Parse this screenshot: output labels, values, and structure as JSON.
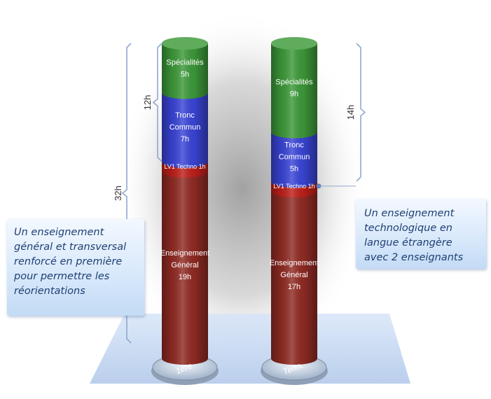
{
  "chart_data": {
    "type": "bar",
    "stacked": true,
    "categories": [
      "1ère",
      "Term."
    ],
    "segments": [
      {
        "label": "Enseignement Général",
        "unit": "h",
        "color": "#922b24",
        "values": [
          19,
          17
        ]
      },
      {
        "label": "LV1 Techno",
        "unit": "h",
        "color": "#c0201a",
        "values": [
          1,
          1
        ]
      },
      {
        "label": "Tronc Commun",
        "unit": "h",
        "color": "#3a45d8",
        "values": [
          7,
          5
        ]
      },
      {
        "label": "Spécialités",
        "unit": "h",
        "color": "#3d9a3a",
        "values": [
          5,
          9
        ]
      }
    ],
    "segment_labels": {
      "col0": [
        "Enseignement\nGénéral\n19h",
        "LV1 Techno 1h",
        "Tronc\nCommun\n7h",
        "Spécialités\n5h"
      ],
      "col1": [
        "Enseignement\nGénéral\n17h",
        "LV1 Techno 1h",
        "Tronc\nCommun\n5h",
        "Spécialités\n9h"
      ]
    },
    "bracket_labels": {
      "total_1ere": "32h",
      "upper_1ere": "12h",
      "upper_term": "14h"
    }
  },
  "callouts": {
    "left": [
      "Un enseignement",
      "général et transversal",
      "renforcé en première",
      "pour permettre les",
      "réorientations"
    ],
    "right": [
      "Un enseignement",
      "technologique en",
      "langue étrangère",
      "avec 2 enseignants"
    ]
  },
  "colors": {
    "callout_text": "#1f3f73",
    "bracket": "#8fa9cf",
    "platform": "#b9cfee"
  }
}
